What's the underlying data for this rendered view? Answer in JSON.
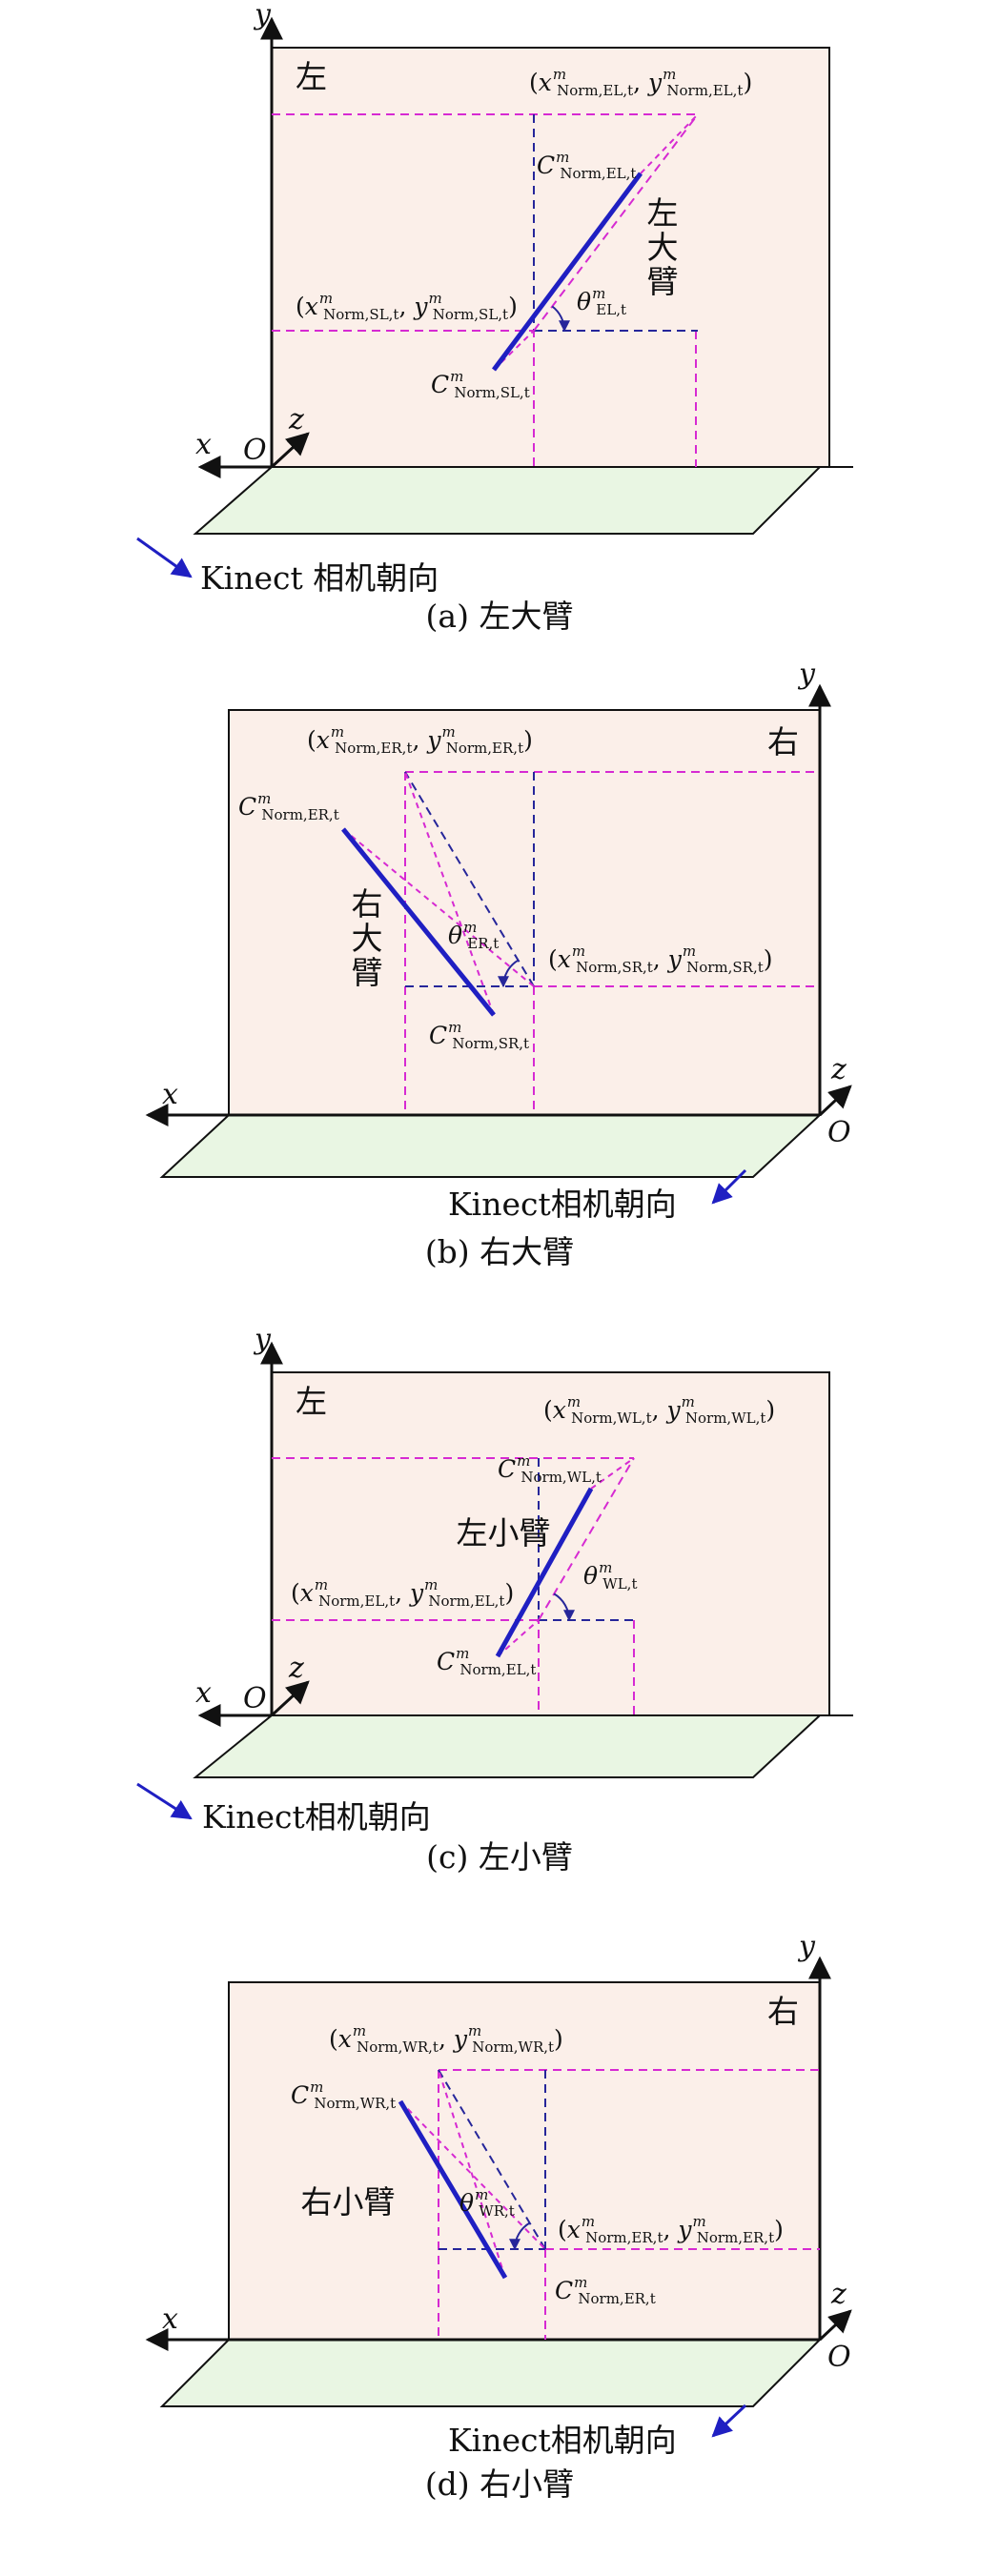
{
  "colors": {
    "wall": "#fbefe9",
    "floor": "#e9f6e3",
    "arm": "#1f1fc2",
    "dashed_blue": "#26269a",
    "dashed_magenta": "#d62ad2",
    "black": "#111111"
  },
  "axes": {
    "x": "x",
    "y": "y",
    "z": "z",
    "origin": "O"
  },
  "panels": [
    {
      "side_label": "左",
      "caption": "(a) 左大臂",
      "arm_label": "左大臂",
      "camera_label": "Kinect 相机朝向",
      "top_point": {
        "name": "C",
        "sup": "m",
        "sub": "Norm,EL,t"
      },
      "bottom_point": {
        "name": "C",
        "sup": "m",
        "sub": "Norm,SL,t"
      },
      "top_coord": {
        "x_sub": "Norm,EL,t",
        "y_sub": "Norm,EL,t",
        "sup": "m"
      },
      "bottom_coord": {
        "x_sub": "Norm,SL,t",
        "y_sub": "Norm,SL,t",
        "sup": "m"
      },
      "theta": {
        "sup": "m",
        "sub": "EL,t"
      }
    },
    {
      "side_label": "右",
      "caption": "(b) 右大臂",
      "arm_label": "右大臂",
      "camera_label": "Kinect相机朝向",
      "top_point": {
        "name": "C",
        "sup": "m",
        "sub": "Norm,ER,t"
      },
      "bottom_point": {
        "name": "C",
        "sup": "m",
        "sub": "Norm,SR,t"
      },
      "top_coord": {
        "x_sub": "Norm,ER,t",
        "y_sub": "Norm,ER,t",
        "sup": "m"
      },
      "bottom_coord": {
        "x_sub": "Norm,SR,t",
        "y_sub": "Norm,SR,t",
        "sup": "m"
      },
      "theta": {
        "sup": "m",
        "sub": "ER,t"
      }
    },
    {
      "side_label": "左",
      "caption": "(c) 左小臂",
      "arm_label": "左小臂",
      "camera_label": "Kinect相机朝向",
      "top_point": {
        "name": "C",
        "sup": "m",
        "sub": "Norm,WL,t"
      },
      "bottom_point": {
        "name": "C",
        "sup": "m",
        "sub": "Norm,EL,t"
      },
      "top_coord": {
        "x_sub": "Norm,WL,t",
        "y_sub": "Norm,WL,t",
        "sup": "m"
      },
      "bottom_coord": {
        "x_sub": "Norm,EL,t",
        "y_sub": "Norm,EL,t",
        "sup": "m"
      },
      "theta": {
        "sup": "m",
        "sub": "WL,t"
      }
    },
    {
      "side_label": "右",
      "caption": "(d) 右小臂",
      "arm_label": "右小臂",
      "camera_label": "Kinect相机朝向",
      "top_point": {
        "name": "C",
        "sup": "m",
        "sub": "Norm,WR,t"
      },
      "bottom_point": {
        "name": "C",
        "sup": "m",
        "sub": "Norm,ER,t"
      },
      "top_coord": {
        "x_sub": "Norm,WR,t",
        "y_sub": "Norm,WR,t",
        "sup": "m"
      },
      "bottom_coord": {
        "x_sub": "Norm,ER,t",
        "y_sub": "Norm,ER,t",
        "sup": "m"
      },
      "theta": {
        "sup": "m",
        "sub": "WR,t"
      }
    }
  ]
}
